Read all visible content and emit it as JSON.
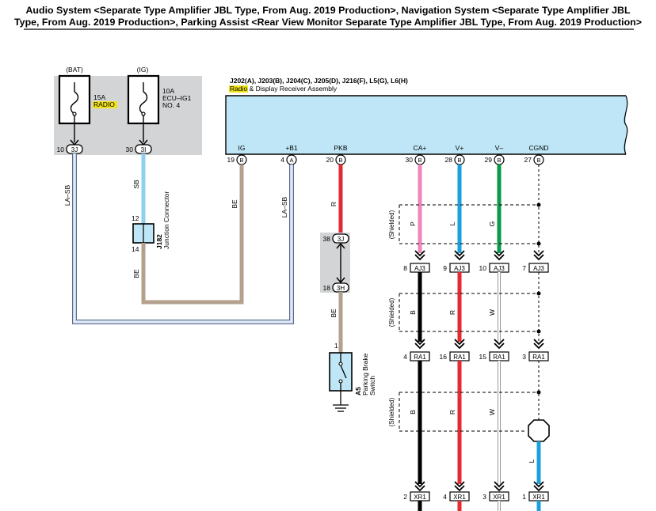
{
  "title": {
    "line1": "Audio System <Separate Type Amplifier JBL Type, From Aug. 2019 Production>, Navigation System <Separate Type Amplifier JBL",
    "line2": "Type, From Aug. 2019 Production>, Parking Assist <Rear View Monitor Separate Type Amplifier JBL Type, From Aug. 2019 Production>"
  },
  "power": {
    "bat": {
      "label": "(BAT)",
      "amp": "15A",
      "name": "RADIO",
      "pin_num": "10",
      "pin_conn": "3J"
    },
    "ig": {
      "label": "(IG)",
      "amp": "10A",
      "name": "ECU–IG1",
      "name2": "NO. 4",
      "pin_num": "30",
      "pin_conn": "3I"
    }
  },
  "receiver": {
    "connectors": "J202(A), J203(B), J204(C), J205(D), J216(F), L5(G), L6(H)",
    "name_highlight": "Radio",
    "name_rest": " & Display Receiver Assembly",
    "pins": [
      {
        "label": "IG",
        "num": "19",
        "conn": "B"
      },
      {
        "label": "+B1",
        "num": "4",
        "conn": "A"
      },
      {
        "label": "PKB",
        "num": "20",
        "conn": "B"
      },
      {
        "label": "CA+",
        "num": "30",
        "conn": "B"
      },
      {
        "label": "V+",
        "num": "28",
        "conn": "B"
      },
      {
        "label": "V–",
        "num": "29",
        "conn": "B"
      },
      {
        "label": "CGND",
        "num": "27",
        "conn": "B"
      }
    ]
  },
  "wires": {
    "la_sb_left": "LA–SB",
    "la_sb_right": "LA–SB",
    "sb": "SB",
    "be_ig": "BE",
    "be_j182": "BE",
    "r_pkb": "R",
    "be_pkb": "BE",
    "col1": [
      "P",
      "B",
      "B"
    ],
    "col2": [
      "L",
      "R",
      "R"
    ],
    "col3": [
      "G",
      "W",
      "W"
    ],
    "col4_bottom": "L",
    "shielded": "(Shielded)"
  },
  "junction": {
    "id": "J182",
    "name": "Junction Connector",
    "pin_top": "12",
    "pin_bottom": "14"
  },
  "pkb_junction": {
    "top_num": "38",
    "top_conn": "3J",
    "bottom_num": "18",
    "bottom_conn": "3H"
  },
  "pkb_switch": {
    "id": "A5",
    "name1": "Parking Brake",
    "name2": "Switch",
    "pin": "1"
  },
  "connector_rows": {
    "aj3": [
      {
        "num": "8",
        "conn": "AJ3"
      },
      {
        "num": "9",
        "conn": "AJ3"
      },
      {
        "num": "10",
        "conn": "AJ3"
      },
      {
        "num": "7",
        "conn": "AJ3"
      }
    ],
    "ra1": [
      {
        "num": "4",
        "conn": "RA1"
      },
      {
        "num": "16",
        "conn": "RA1"
      },
      {
        "num": "15",
        "conn": "RA1"
      },
      {
        "num": "3",
        "conn": "RA1"
      }
    ],
    "xr1": [
      {
        "num": "2",
        "conn": "XR1"
      },
      {
        "num": "4",
        "conn": "XR1"
      },
      {
        "num": "3",
        "conn": "XR1"
      },
      {
        "num": "1",
        "conn": "XR1"
      }
    ]
  },
  "colors": {
    "sky": "#bfe6f6",
    "grey_panel": "#d3d4d6",
    "beige": "#b3a08d",
    "red": "#e52a31",
    "pink": "#ee86bc",
    "blue": "#1aa1dc",
    "green": "#0a9a4a",
    "la_sb": "#c6d2ea",
    "highlight": "#f2e418"
  }
}
